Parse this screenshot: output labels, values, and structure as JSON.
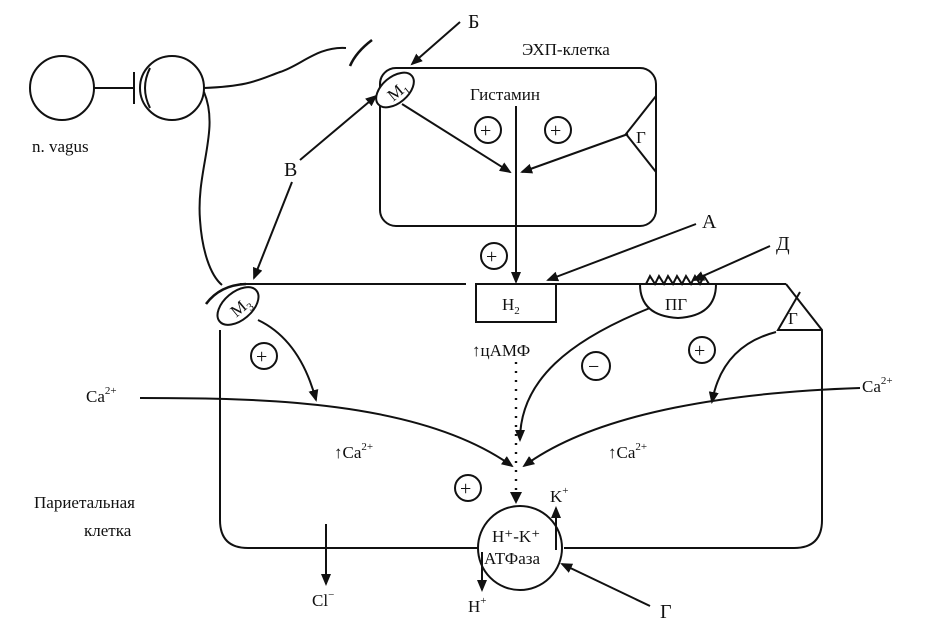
{
  "labels": {
    "b": "Б",
    "v": "В",
    "a": "А",
    "d": "Д",
    "g_bottom": "Г",
    "g_ecl": "Г",
    "g_parietal": "Г",
    "ecl_cell": "ЭХП-клетка",
    "histamine": "Гистамин",
    "n_vagus": "n. vagus",
    "parietal_line1": "Париетальная",
    "parietal_line2": "клетка",
    "m1_base": "М",
    "m1_sub": "1",
    "m3_base": "М",
    "m3_sub": "3",
    "h2_base": "Н",
    "h2_sub": "2",
    "pg": "ПГ",
    "camp": "↑цАМФ",
    "ca_left_base": "Ca",
    "ca_left_sup": "2+",
    "ca_right_base": "Ca",
    "ca_right_sup": "2+",
    "ca_in_left_base": "↑Ca",
    "ca_in_left_sup": "2+",
    "ca_in_right_base": "↑Ca",
    "ca_in_right_sup": "2+",
    "k_base": "K",
    "k_sup": "+",
    "h_base": "H",
    "h_sup": "+",
    "cl_base": "Cl",
    "cl_sup": "−",
    "pump_line1": "H⁺-K⁺",
    "pump_line2": "АТФаза"
  },
  "signs": {
    "plus": "+",
    "minus": "−"
  }
}
